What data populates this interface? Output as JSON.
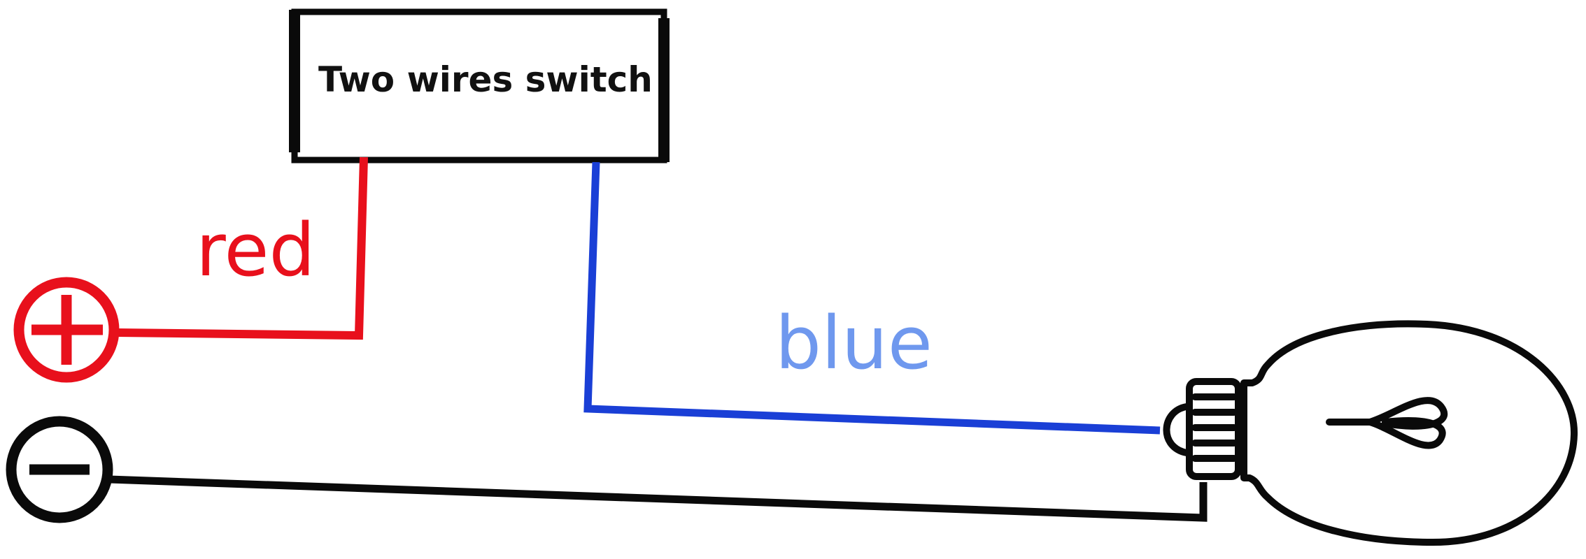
{
  "switch": {
    "label": "Two wires switch"
  },
  "wires": {
    "red": {
      "label": "red"
    },
    "blue": {
      "label": "blue"
    }
  },
  "terminals": {
    "positive": {
      "symbol": "plus-icon"
    },
    "negative": {
      "symbol": "minus-icon"
    }
  },
  "bulb": {
    "icon": "light-bulb-icon"
  },
  "colors": {
    "red": "#e8101c",
    "blue": "#1a3fd6",
    "blue_label": "#6f98ee",
    "black": "#0a0a0a"
  }
}
